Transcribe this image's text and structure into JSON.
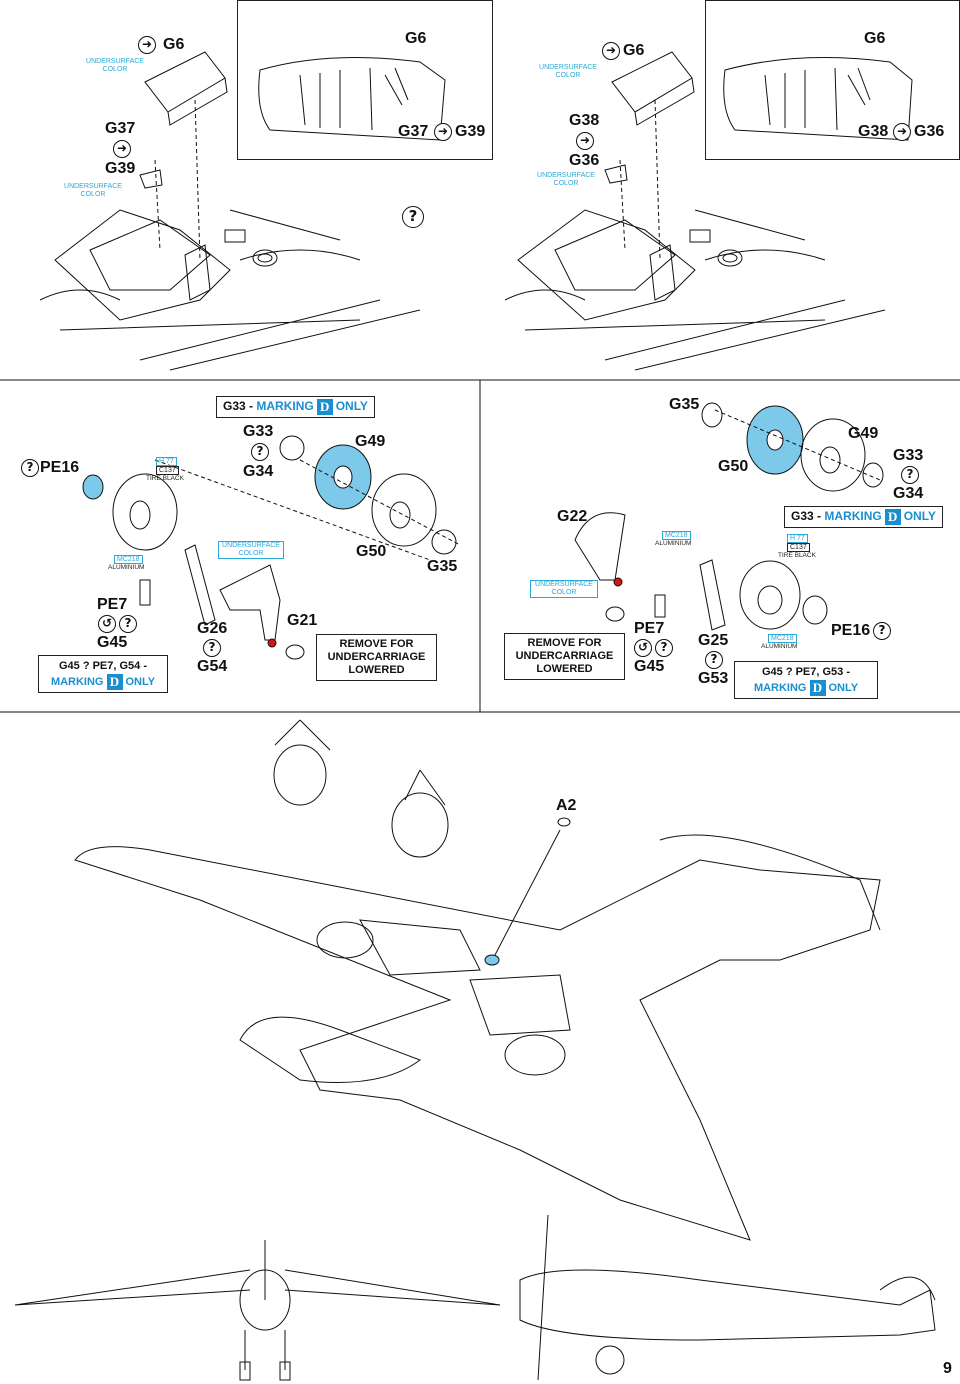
{
  "colors": {
    "accent": "#29a9d8",
    "marking": "#1a8fd0",
    "red": "#d01818"
  },
  "step1a": {
    "g6": "G6",
    "undersurface1": "UNDERSURFACE",
    "undersurface1b": "COLOR",
    "g37": "G37",
    "g39": "G39",
    "undersurface2": "UNDERSURFACE",
    "undersurface2b": "COLOR",
    "inset_g6": "G6",
    "inset_g37": "G37",
    "inset_g39": "G39"
  },
  "step1b": {
    "g6": "G6",
    "undersurface1": "UNDERSURFACE",
    "undersurface1b": "COLOR",
    "g38": "G38",
    "g36": "G36",
    "undersurface2": "UNDERSURFACE",
    "undersurface2b": "COLOR",
    "inset_g6": "G6",
    "inset_g38": "G38",
    "inset_g36": "G36"
  },
  "step2a": {
    "marking_prefix": "G33 - ",
    "marking_word": "MARKING",
    "marking_letter": "D",
    "marking_suffix": "ONLY",
    "pe16": "PE16",
    "h77": "H 77",
    "c137": "C137",
    "tire_black": "TIRE BLACK",
    "g33": "G33",
    "g34": "G34",
    "g49": "G49",
    "mc218": "MC218",
    "aluminium": "ALUMINIUM",
    "undersurface": "UNDERSURFACE",
    "undersurface_b": "COLOR",
    "g50": "G50",
    "g35": "G35",
    "pe7": "PE7",
    "g45": "G45",
    "g26": "G26",
    "g54": "G54",
    "g21": "G21",
    "note_text": "G45 ? PE7, G54 -",
    "note_marking": "MARKING",
    "note_letter": "D",
    "note_only": "ONLY",
    "remove1": "REMOVE FOR",
    "remove2": "UNDERCARRIAGE",
    "remove3": "LOWERED"
  },
  "step2b": {
    "g35": "G35",
    "g49": "G49",
    "g50": "G50",
    "g33": "G33",
    "g34": "G34",
    "g22": "G22",
    "marking_prefix": "G33 - ",
    "marking_word": "MARKING",
    "marking_letter": "D",
    "marking_suffix": "ONLY",
    "mc218": "MC218",
    "aluminium": "ALUMINIUM",
    "h77": "H 77",
    "c137": "C137",
    "tire_black": "TIRE BLACK",
    "undersurface": "UNDERSURFACE",
    "undersurface_b": "COLOR",
    "remove1": "REMOVE FOR",
    "remove2": "UNDERCARRIAGE",
    "remove3": "LOWERED",
    "pe7": "PE7",
    "g45": "G45",
    "g25": "G25",
    "g53": "G53",
    "mc218b": "MC218",
    "aluminium_b": "ALUMINIUM",
    "pe16": "PE16",
    "note_text": "G45 ? PE7, G53 -",
    "note_marking": "MARKING",
    "note_letter": "D",
    "note_only": "ONLY"
  },
  "step3": {
    "a2": "A2"
  },
  "page_number": "9"
}
